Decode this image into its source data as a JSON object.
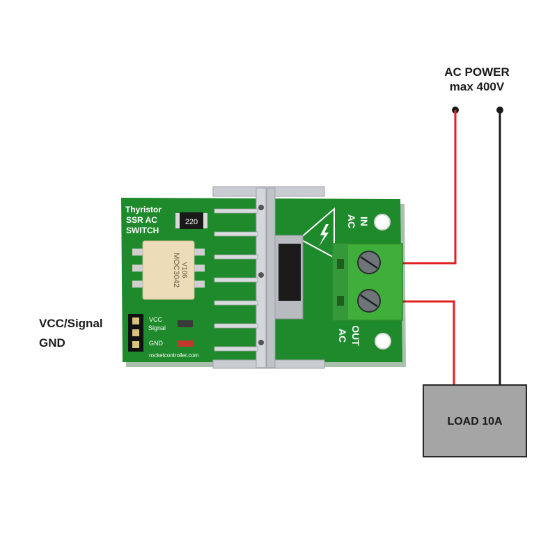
{
  "labels": {
    "power_line1": "AC POWER",
    "power_line2": "max 400V",
    "vcc_signal": "VCC/Signal",
    "gnd": "GND",
    "load": "LOAD 10A"
  },
  "board": {
    "title_line1": "Thyristor",
    "title_line2": "SSR AC",
    "title_line3": "SWITCH",
    "resistor_code": "220",
    "optocoupler_text1": "MOC3042",
    "optocoupler_text2": "V106",
    "header_vcc": "VCC",
    "header_signal": "Signal",
    "header_gnd": "GND",
    "terminal_in_1": "AC",
    "terminal_in_2": "IN",
    "terminal_out_1": "AC",
    "terminal_out_2": "OUT",
    "website": "rocketcontroller.com"
  },
  "colors": {
    "pcb": "#1f8a2c",
    "pcb_dark": "#156b20",
    "terminal": "#3fae3a",
    "heatsink": "#c9ccd0",
    "wire_red": "#e02020",
    "wire_black": "#1a1a1a",
    "load_fill": "#a5a5a5"
  },
  "icons": {
    "hazard": "high-voltage-icon"
  }
}
